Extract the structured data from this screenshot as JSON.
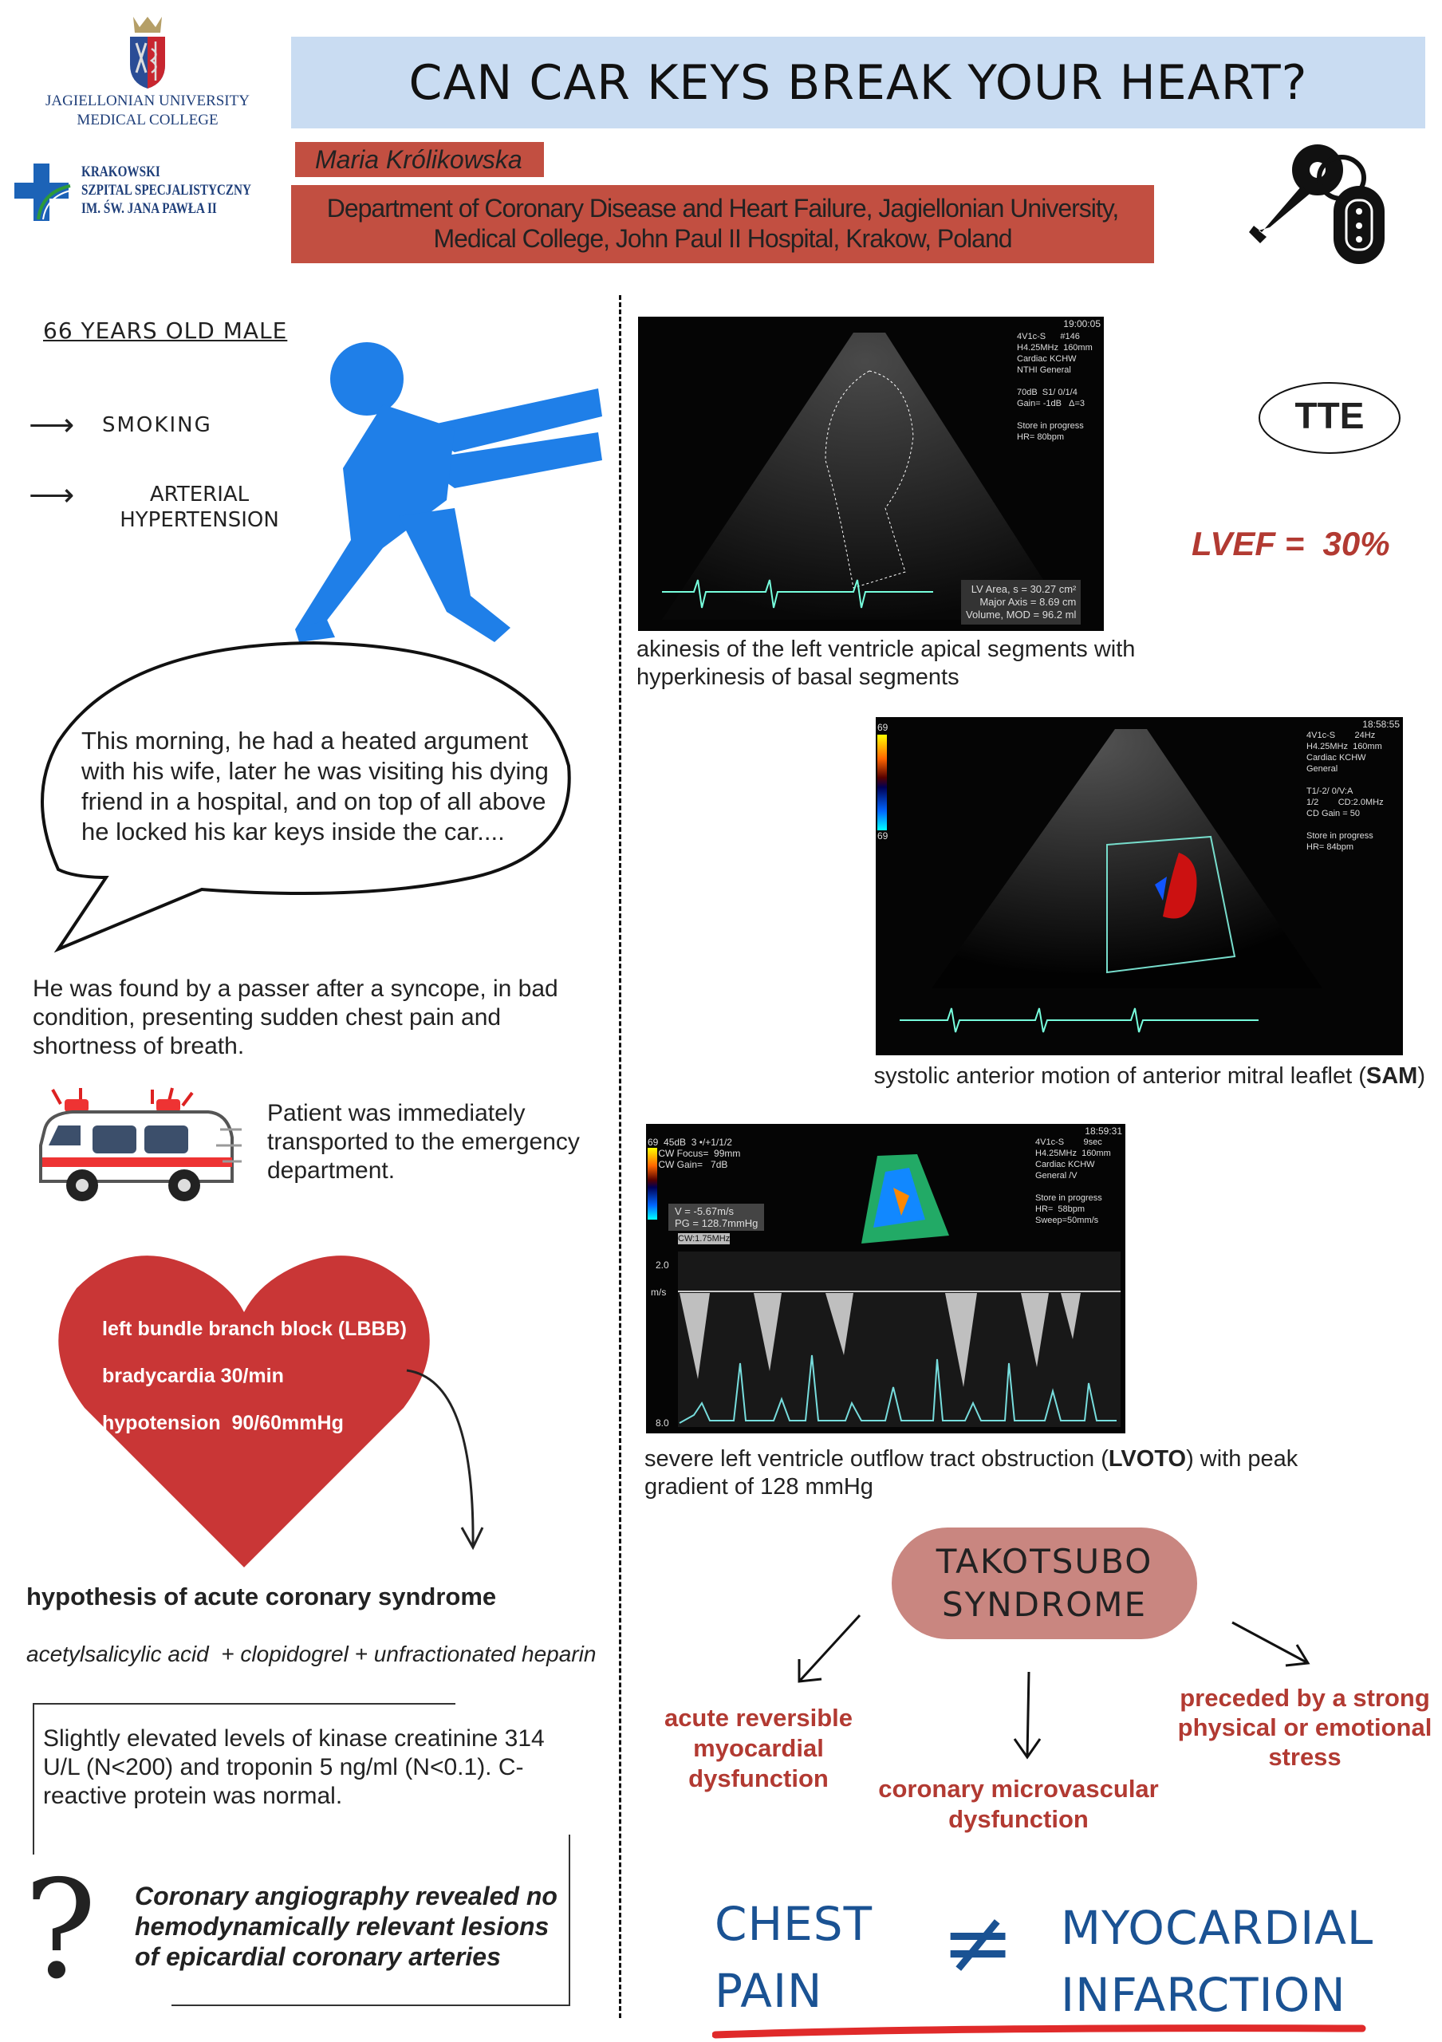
{
  "header": {
    "university_logo": "JAGIELLONIAN UNIVERSITY MEDICAL COLLEGE",
    "university_line1": "JAGIELLONIAN UNIVERSITY",
    "university_line2": "MEDICAL COLLEGE",
    "hospital_line1": "KRAKOWSKI",
    "hospital_line2": "SZPITAL SPECJALISTYCZNY",
    "hospital_line3": "IM. ŚW. JANA PAWŁA II",
    "title": "CAN CAR KEYS BREAK YOUR HEART?",
    "author": "Maria Królikowska",
    "department_line1": "Department of Coronary Disease and Heart Failure, Jagiellonian University,",
    "department_line2": "Medical College, John Paul II Hospital, Krakow, Poland"
  },
  "patient": {
    "heading": "66 YEARS OLD MALE",
    "risk_factors": [
      "SMOKING",
      "ARTERIAL HYPERTENSION"
    ],
    "story": "This morning, he had a heated argument with his wife, later he was visiting his dying friend in a hospital, and on top of all above he locked his kar keys inside the car....",
    "presentation": "He was found by a passer after a syncope, in bad condition, presenting sudden chest pain and shortness of breath.",
    "transport": "Patient was immediately transported to the emergency department.",
    "findings": [
      "left bundle branch block (LBBB)",
      "bradycardia 30/min",
      "hypotension  90/60mmHg"
    ],
    "hypothesis": "hypothesis of acute coronary syndrome",
    "treatment": "acetylsalicylic acid  + clopidogrel + unfractionated heparin",
    "labs": "Slightly elevated levels of kinase creatinine 314 U/L (N<200) and troponin 5 ng/ml (N<0.1). C-reactive protein was normal.",
    "angiography": "Coronary angiography revealed no hemodynamically relevant lesions of epicardial coronary arteries"
  },
  "imaging": {
    "tte_label": "TTE",
    "lvef": "LVEF =  30%",
    "echo1": {
      "time": "19:00:05",
      "info": "4V1c-S      #146\nH4.25MHz  160mm\nCardiac KCHW\nNTHI General\n\n70dB  S1/ 0/1/4\nGain= -1dB   Δ=3\n\nStore in progress\nHR= 80bpm",
      "measure": "LV Area, s = 30.27 cm²\nMajor Axis = 8.69 cm\nVolume, MOD = 96.2 ml",
      "caption": "akinesis of the left ventricle apical segments with hyperkinesis of basal segments"
    },
    "echo2": {
      "time": "18:58:55",
      "info": "4V1c-S        24Hz\nH4.25MHz  160mm\nCardiac KCHW\nGeneral\n\nT1/-2/ 0/V:A\n1/2        CD:2.0MHz\nCD Gain = 50\n\nStore in progress\nHR= 84bpm",
      "scale": "69",
      "caption_pre": "systolic anterior motion of anterior mitral leaflet (",
      "caption_bold": "SAM",
      "caption_post": ")"
    },
    "echo3": {
      "time": "18:59:31",
      "settings": "69  45dB  3 •/+1/1/2\n    CW Focus=  99mm\n    CW Gain=   7dB",
      "info": "4V1c-S        9sec\nH4.25MHz  160mm\nCardiac KCHW\nGeneral /V\n\nStore in progress\nHR=  58bpm\nSweep=50mm/s",
      "readout": "V = -5.67m/s\nPG = 128.7mmHg",
      "cw": "CW:1.75MHz",
      "axis_top": "2.0",
      "axis_unit": "m/s",
      "axis_bottom": "8.0",
      "caption_pre": "severe left ventricle outflow tract obstruction (",
      "caption_bold": "LVOTO",
      "caption_post": ") with peak gradient of 128 mmHg"
    }
  },
  "diagnosis": {
    "name": "TAKOTSUBO SYNDROME",
    "features": [
      "acute reversible myocardial dysfunction",
      "coronary microvascular dysfunction",
      "preceded by a strong physical or emotional stress"
    ],
    "conclusion_left": "CHEST PAIN",
    "not_equal": "≠",
    "conclusion_right": "MYOCARDIAL INFARCTION"
  },
  "colors": {
    "title_bg": "#c9dcf2",
    "box_red": "#c24f41",
    "accent_red": "#b23a32",
    "figure_blue": "#1f7fe8",
    "conclusion_blue": "#1a5293",
    "takotsubo_bg": "#c98680"
  }
}
